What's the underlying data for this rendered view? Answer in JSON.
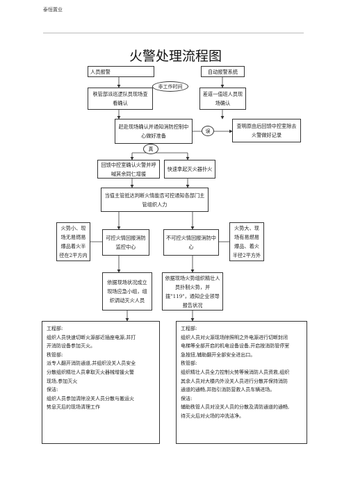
{
  "header": {
    "company": "泰恒置业"
  },
  "title": "火警处理流程图",
  "nodes": {
    "manual_alarm": "人员报警",
    "auto_alarm": "自动报警系统",
    "non_work_time": "非工作时间",
    "dispatch_patrol": "秩管部派巡逻队员现场查看确认",
    "duty_staff": "差道一值班人员现场确认",
    "rush_to_scene": "赶赴现场确认并通知消防控制中心做好准备",
    "false_label": "误",
    "false_action": "查明原由后回馈中控室除去火警做好记录",
    "true_label": "真",
    "report_control": "回馈中控室确认火警并呼喊其余同仁增援",
    "extinguisher": "快速拿起灭火器扑火",
    "supervisor": "当值主管抵达判断火情能否可控通知各部门主管组织人力",
    "small_fire": "火势小、现场无易燃易爆品着火半径在2平方内",
    "controllable": "可控火情回报消防监控中心",
    "uncontrollable": "不可控火情回报消防中心",
    "large_fire": "火势大、现场有易燃易爆品、着火半径2平方外",
    "organize_team": "依据现场状况成立现场应急小组，组织调动灭火人员",
    "call_119": "依据现场火势组织精壮人员扑制火势，并拨\"119\"，通知企业领导报告状况"
  },
  "notes": {
    "left": [
      "工程部:",
      "组织人员快速切断火源部近插座电源,并打",
      "开消防设备参加灭火。",
      "秩管部:",
      "派专人翻开消防通道,并组织没关人员安全",
      "分散组织精壮人员拿取灭火器械增援火警",
      "现场,参加灭火",
      "保洁:",
      "组织人员参加清除没关人员分散与搬运火",
      "势息灭后的现场清理工作"
    ],
    "right": [
      "工程部:",
      "组织人员对火源现场除照明之外电源进行切断封闭",
      "电梯等全部开启的机电设备设备,开启按消防管停室",
      "急按扭,辅助翻开全部安全进出口。",
      "秩管部:",
      "组织精壮人员全力控制火势等候消防人员资救,组织",
      "其余人员对大楼内外没关人员进行分散并保持消防",
      "通道的通畅,并指引消防营救人员车辆进场。",
      "保洁:",
      "辅助秩管人员对没关人员的分散及清防通道的通畅,",
      "待灭火后对火场的冲洗洁净。"
    ]
  }
}
